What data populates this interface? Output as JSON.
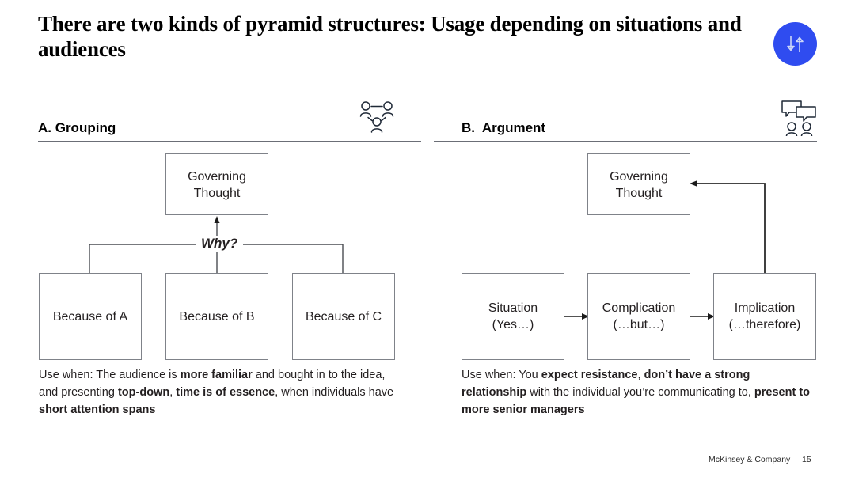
{
  "slide": {
    "title": "There are two kinds of pyramid structures: Usage depending on situations and audiences",
    "badge_icon": "up-down-arrows-icon"
  },
  "columns": [
    {
      "id": "grouping",
      "header": "A. Grouping",
      "icon": "people-group-icon",
      "diagram": {
        "type": "grouping-pyramid",
        "top_node": "Governing\nThought",
        "connector_label": "Why?",
        "children": [
          "Because of A",
          "Because of B",
          "Because of C"
        ]
      },
      "use_when": {
        "prefix": "Use when: The audience is ",
        "runs": [
          {
            "text": "Use when: The audience is ",
            "bold": false
          },
          {
            "text": "more familiar",
            "bold": true
          },
          {
            "text": " and bought in to the idea, and presenting ",
            "bold": false
          },
          {
            "text": "top-down",
            "bold": true
          },
          {
            "text": ", ",
            "bold": false
          },
          {
            "text": "time is of essence",
            "bold": true
          },
          {
            "text": ", when individuals have ",
            "bold": false
          },
          {
            "text": "short attention spans",
            "bold": true
          }
        ]
      }
    },
    {
      "id": "argument",
      "header": "B.  Argument",
      "icon": "speech-bubbles-people-icon",
      "diagram": {
        "type": "argument-flow",
        "top_node": "Governing\nThought",
        "steps": [
          "Situation\n(Yes…)",
          "Complication\n(…but…)",
          "Implication\n(…therefore)"
        ]
      },
      "use_when": {
        "runs": [
          {
            "text": "Use when: You ",
            "bold": false
          },
          {
            "text": "expect resistance",
            "bold": true
          },
          {
            "text": ", ",
            "bold": false
          },
          {
            "text": "don’t have a strong relationship",
            "bold": true
          },
          {
            "text": " with the individual you’re communicating to, ",
            "bold": false
          },
          {
            "text": "present to more senior managers",
            "bold": true
          }
        ]
      }
    }
  ],
  "footer": {
    "brand": "McKinsey & Company",
    "page_number": "15"
  },
  "colors": {
    "badge_blue": "#2f4cf0",
    "rule_gray": "#6b6e76",
    "box_border": "#7f8289",
    "text": "#231f20"
  }
}
